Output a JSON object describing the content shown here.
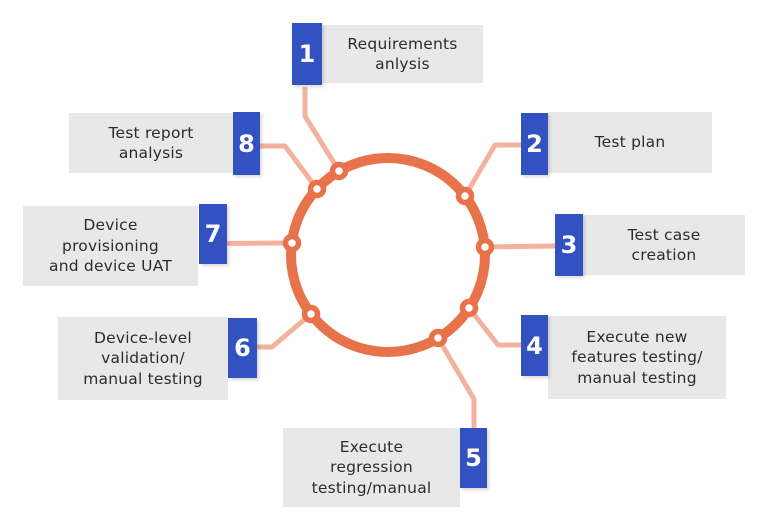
{
  "colors": {
    "ring": "#E8724A",
    "connector": "#F3B29E",
    "number_box": "#3352C1",
    "number_text": "#FFFFFF",
    "label_box": "#E9E8E8",
    "label_text": "#2D2C2C",
    "background": "#FFFFFF"
  },
  "steps": [
    {
      "number": "1",
      "label": "Requirements\nanlysis"
    },
    {
      "number": "2",
      "label": "Test plan"
    },
    {
      "number": "3",
      "label": "Test case\ncreation"
    },
    {
      "number": "4",
      "label": "Execute new\nfeatures testing/\nmanual testing"
    },
    {
      "number": "5",
      "label": "Execute\nregression\ntesting/manual"
    },
    {
      "number": "6",
      "label": "Device-level\nvalidation/\nmanual testing"
    },
    {
      "number": "7",
      "label": "Device\nprovisioning\nand device UAT"
    },
    {
      "number": "8",
      "label": "Test report\nanalysis"
    }
  ]
}
